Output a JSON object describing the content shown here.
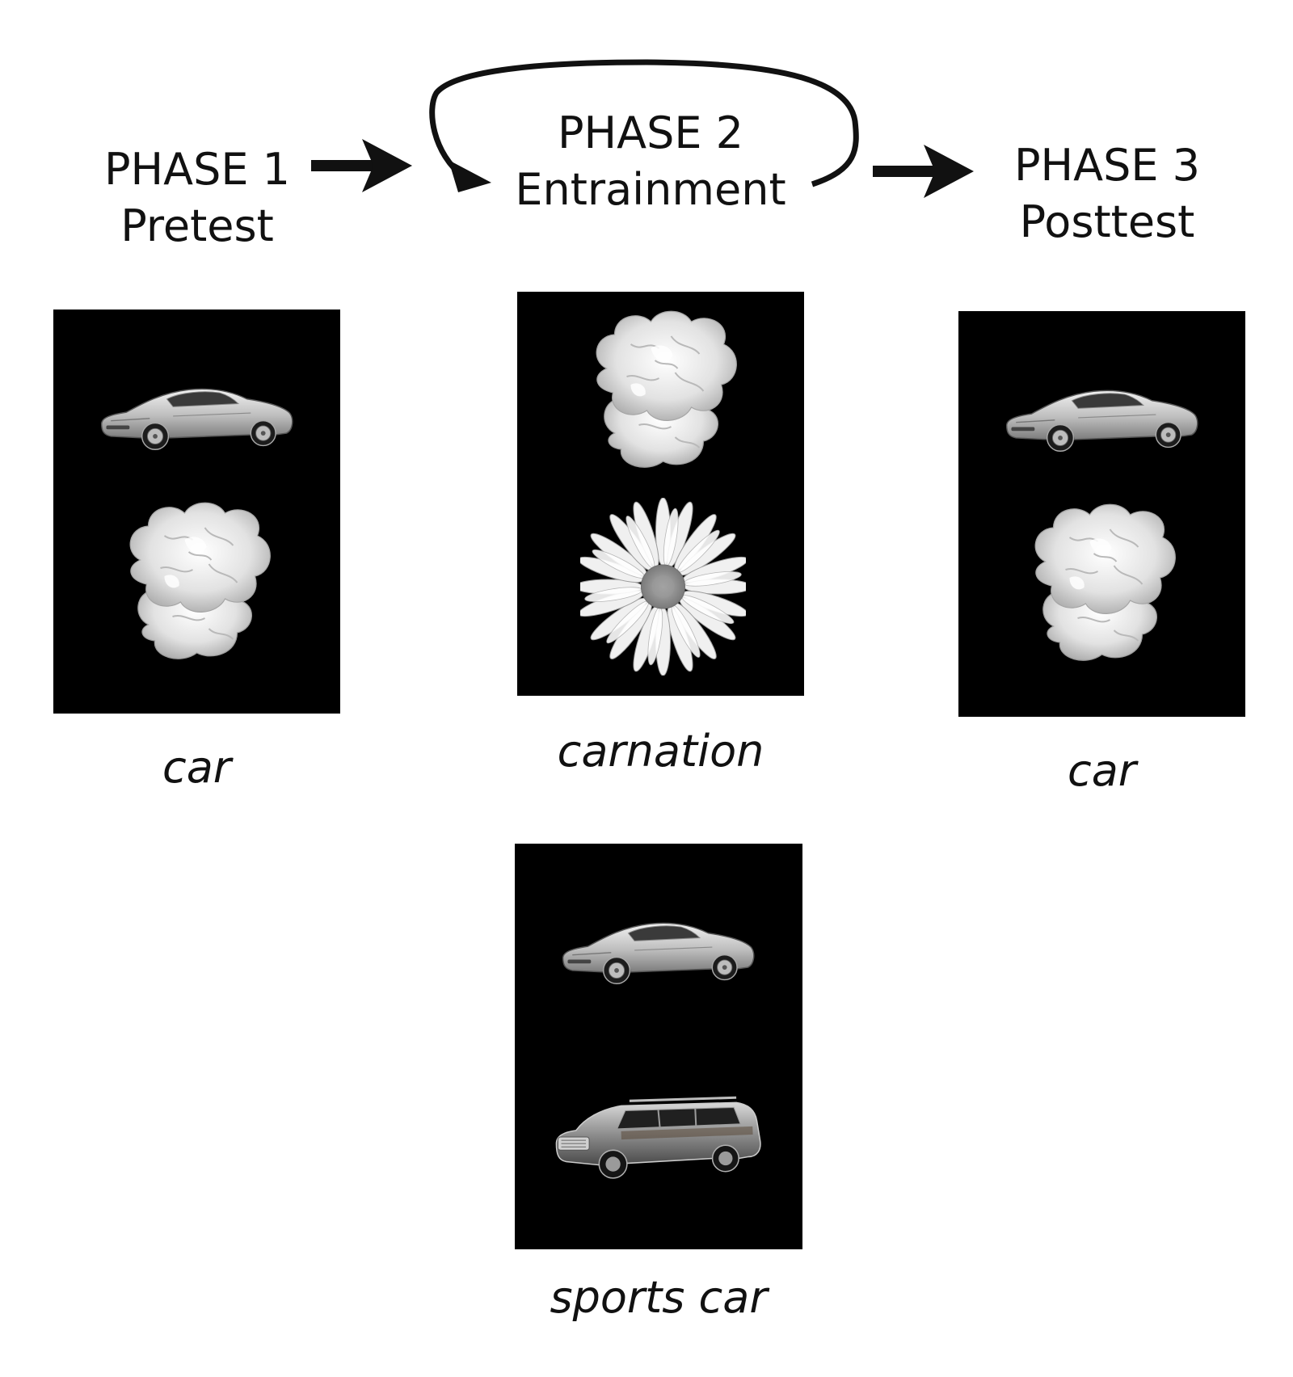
{
  "phases": [
    {
      "number": "PHASE 1",
      "name": "Pretest"
    },
    {
      "number": "PHASE 2",
      "name": "Entrainment"
    },
    {
      "number": "PHASE 3",
      "name": "Posttest"
    }
  ],
  "panels": {
    "pretest": {
      "top_icon": "sports-car-icon",
      "bottom_icon": "carnation-icon",
      "caption": "car"
    },
    "entrainment_flowers": {
      "top_icon": "carnation-icon",
      "bottom_icon": "daisy-icon",
      "caption": "carnation"
    },
    "posttest": {
      "top_icon": "sports-car-icon",
      "bottom_icon": "carnation-icon",
      "caption": "car"
    },
    "entrainment_cars": {
      "top_icon": "sports-car-icon",
      "bottom_icon": "station-wagon-icon",
      "caption": "sports car"
    }
  },
  "colors": {
    "panel_background": "#000000",
    "arrow": "#111111",
    "text": "#111111"
  }
}
